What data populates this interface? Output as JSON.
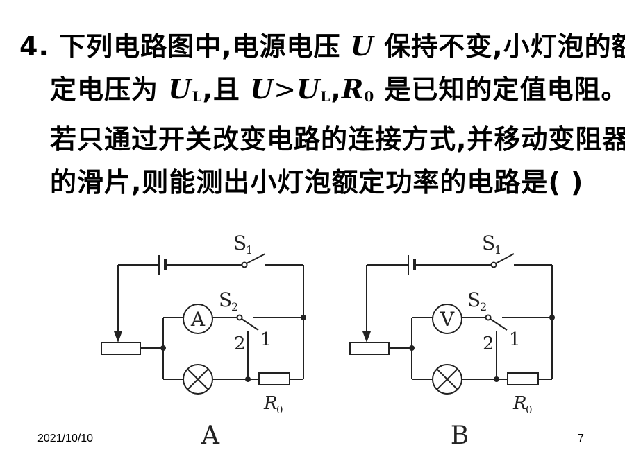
{
  "question": {
    "number": "4.",
    "line1": {
      "a": "下列电路图中,电源电压",
      "u": "U",
      "b": "保持不变,小灯泡的额"
    },
    "line2": {
      "a": "定电压为",
      "u1": "U",
      "l1": "L",
      "b": ",且",
      "u2": "U",
      "gt": ">",
      "u3": "U",
      "l2": "L",
      "c": ",",
      "r": "R",
      "zero": "0",
      "d": "是已知的定值电阻。"
    },
    "line3": "若只通过开关改变电路的连接方式,并移动变阻器",
    "line4": "的滑片,则能测出小灯泡额定功率的电路是(     )"
  },
  "circuits": [
    {
      "id": "A",
      "caption": "A",
      "meter": "A",
      "switch1": "S",
      "switch1_sub": "1",
      "switch2": "S",
      "switch2_sub": "2",
      "terminal1": "1",
      "terminal2": "2",
      "resistor": "R",
      "resistor_sub": "0"
    },
    {
      "id": "B",
      "caption": "B",
      "meter": "V",
      "switch1": "S",
      "switch1_sub": "1",
      "switch2": "S",
      "switch2_sub": "2",
      "terminal1": "1",
      "terminal2": "2",
      "resistor": "R",
      "resistor_sub": "0"
    }
  ],
  "footer": {
    "date": "2021/10/10",
    "page": "7"
  }
}
